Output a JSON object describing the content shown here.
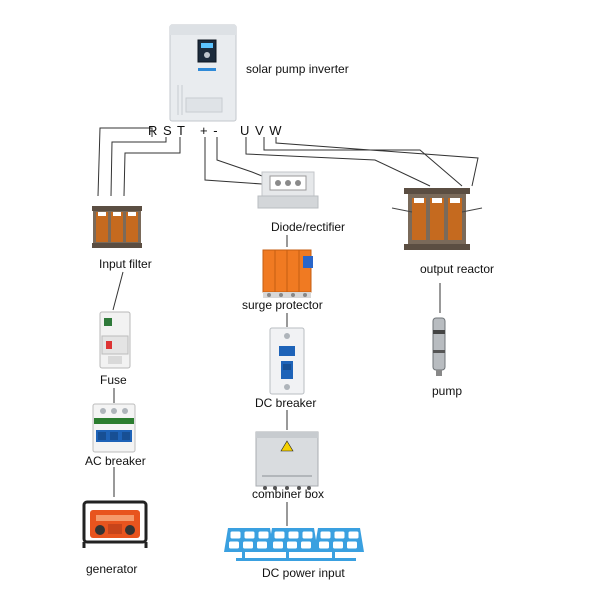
{
  "title": "",
  "terminals": {
    "input": "R S T",
    "dc": "+ -",
    "output": "U V W"
  },
  "components": {
    "inverter": "solar pump inverter",
    "input_filter": "Input filter",
    "fuse": "Fuse",
    "ac_breaker": "AC breaker",
    "generator": "generator",
    "diode_rectifier": "Diode/rectifier",
    "surge_protector": "surge protector",
    "dc_breaker": "DC breaker",
    "combiner_box": "combiner box",
    "dc_power_input": "DC power input",
    "output_reactor": "output reactor",
    "pump": "pump"
  },
  "colors": {
    "wire": "#333333",
    "breaker_blue": "#1e63b8",
    "surge_orange": "#f07a22",
    "generator_orange": "#e8541e",
    "coil": "#c56a1f",
    "panel_blue": "#3aa0e0",
    "panel_cell": "#ffffff"
  }
}
